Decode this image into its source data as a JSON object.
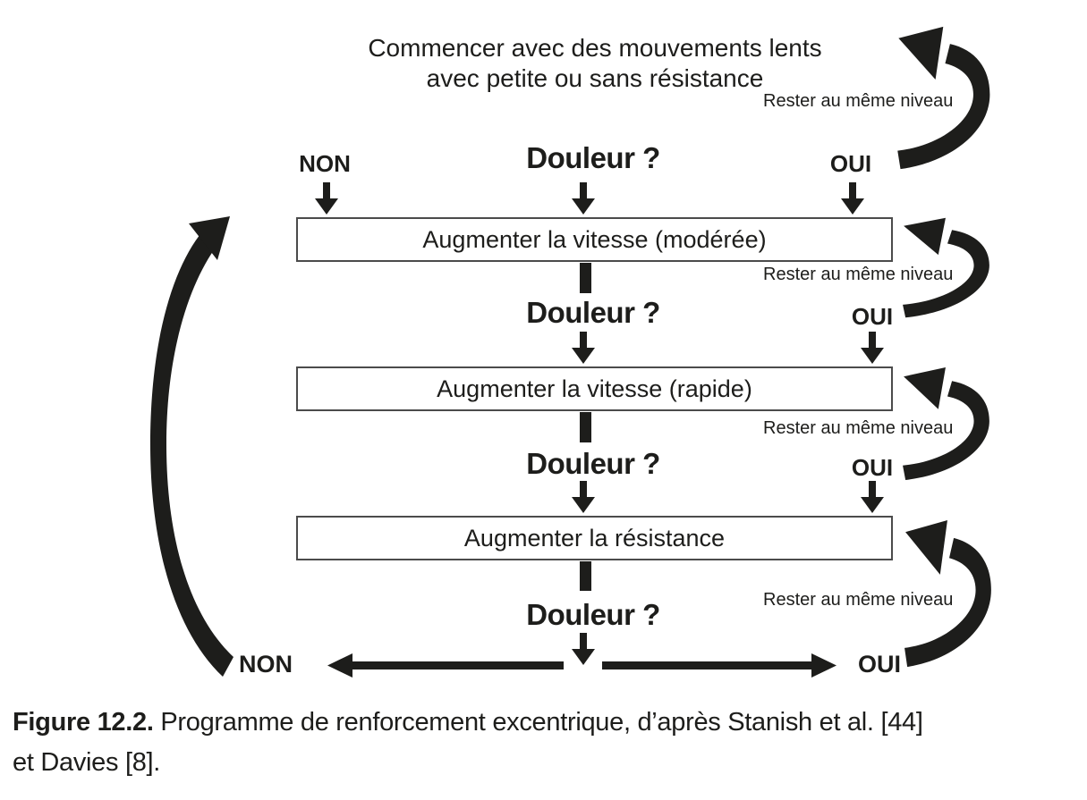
{
  "colors": {
    "ink": "#1d1d1b",
    "box_border": "#4b4b4b",
    "background": "#ffffff"
  },
  "flowchart": {
    "start_line1": "Commencer avec des mouvements lents",
    "start_line2": "avec petite ou sans résistance",
    "stay_label": "Rester au même niveau",
    "pain_label": "Douleur ?",
    "no_label": "NON",
    "yes_label": "OUI",
    "steps": [
      "Augmenter la vitesse (modérée)",
      "Augmenter la vitesse (rapide)",
      "Augmenter la résistance"
    ]
  },
  "caption": {
    "figure_label": "Figure 12.2.",
    "line1": "Programme de renforcement excentrique, d’après Stanish et al. [44]",
    "line2": "et Davies [8]."
  }
}
